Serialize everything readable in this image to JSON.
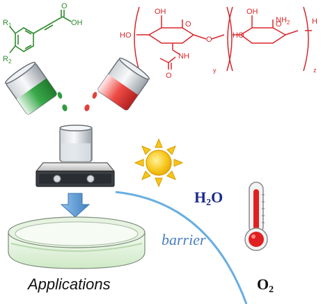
{
  "cinnamic_acid": {
    "oh_label": "OH",
    "r1_label": "R",
    "r1_sub": "1",
    "r2_label": "R",
    "r2_sub": "2",
    "color": "#2e8b2e"
  },
  "chitosan": {
    "color": "#d9262b",
    "ho_left": "HO",
    "oh_top1": "OH",
    "oh_top2": "OH",
    "o_ring1": "O",
    "o_link": "O",
    "o_ring2": "O",
    "ho_right": "HO",
    "nh": "NH",
    "nh2": "NH",
    "nh2_sub": "2",
    "o_acetyl": "O",
    "h_end": "H",
    "y_sub": "y",
    "z_sub": "z"
  },
  "labels": {
    "water_main": "H",
    "water_sub": "2",
    "water_end": "O",
    "barrier": "barrier",
    "oxygen_main": "O",
    "oxygen_sub": "2",
    "applications": "Applications"
  },
  "colors": {
    "green_beaker": "#2f9b3e",
    "red_beaker": "#e0403a",
    "arrow_blue": "#5b9bd5",
    "barrier_curve": "#6aaee0",
    "sun": "#f7c61a",
    "thermometer": "#e02020"
  },
  "icons": [
    "green-beaker-icon",
    "red-beaker-icon",
    "stir-plate-icon",
    "down-arrow-icon",
    "petri-dish-icon",
    "sun-icon",
    "thermometer-icon"
  ]
}
